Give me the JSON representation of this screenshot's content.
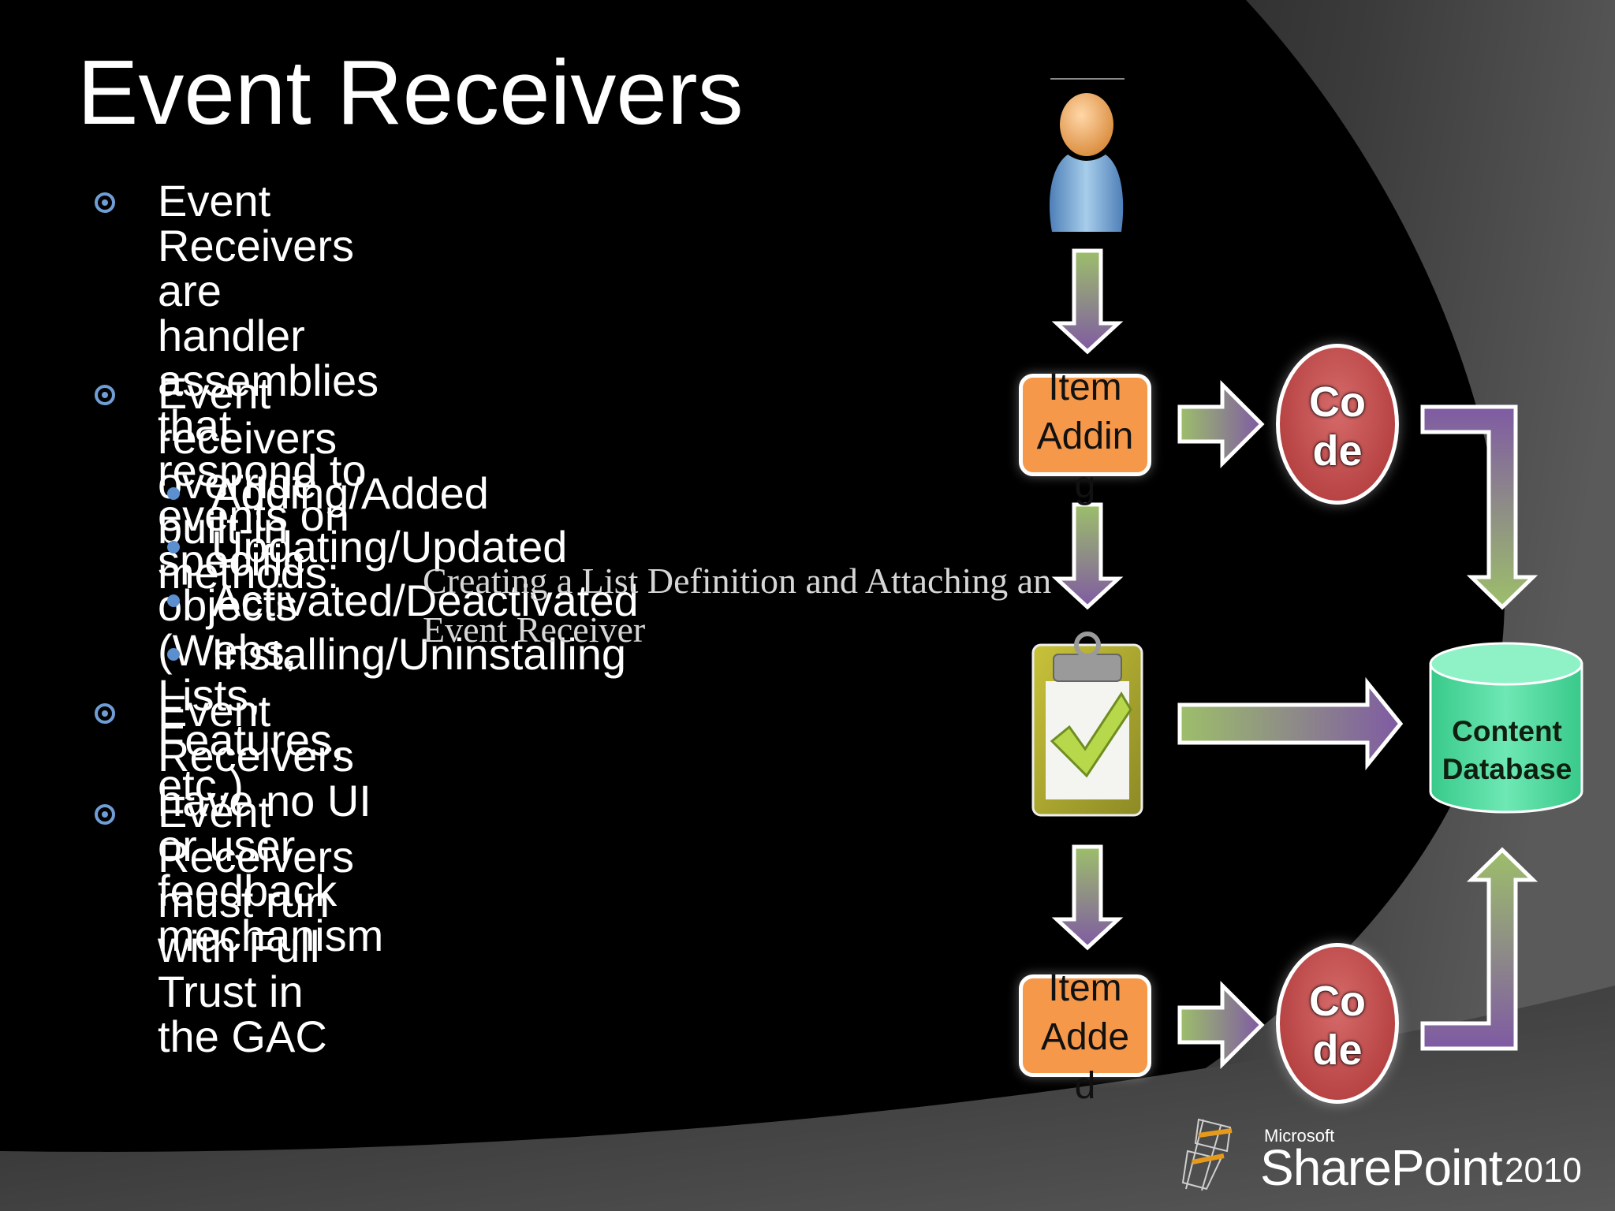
{
  "slide": {
    "title": "Event Receivers",
    "bullets": [
      {
        "lines": [
          "Event Receivers are handler",
          "assemblies that respond to events on",
          "specific objects (Webs, Lists,",
          "Features, etc.)"
        ]
      },
      {
        "lines": [
          "Event receivers override built-in",
          "methods:"
        ]
      },
      {
        "lines": [
          "Event Receivers have no UI or user",
          "feedback mechanism"
        ]
      },
      {
        "lines": [
          "Event Receivers must run with Full",
          "Trust in the GAC"
        ]
      }
    ],
    "sub_bullets": [
      "Adding/Added",
      "Updating/Updated",
      "Activated/Deactivated",
      "Installing/Uninstalling"
    ],
    "overlay_caption": [
      "Creating a List Definition and Attaching an",
      "Event Receiver"
    ]
  },
  "diagram": {
    "item_adding": "Item Adding",
    "item_added": "Item Added",
    "code_label": "Code",
    "database": [
      "Content",
      "Database"
    ]
  },
  "branding": {
    "company": "Microsoft",
    "product": "SharePoint",
    "version": "2010"
  },
  "colors": {
    "background": "#000000",
    "bullet_accent": "#6f9ed6",
    "item_box": "#f5984a",
    "code_circle": "#b84444",
    "database": "#4ed8a0"
  }
}
